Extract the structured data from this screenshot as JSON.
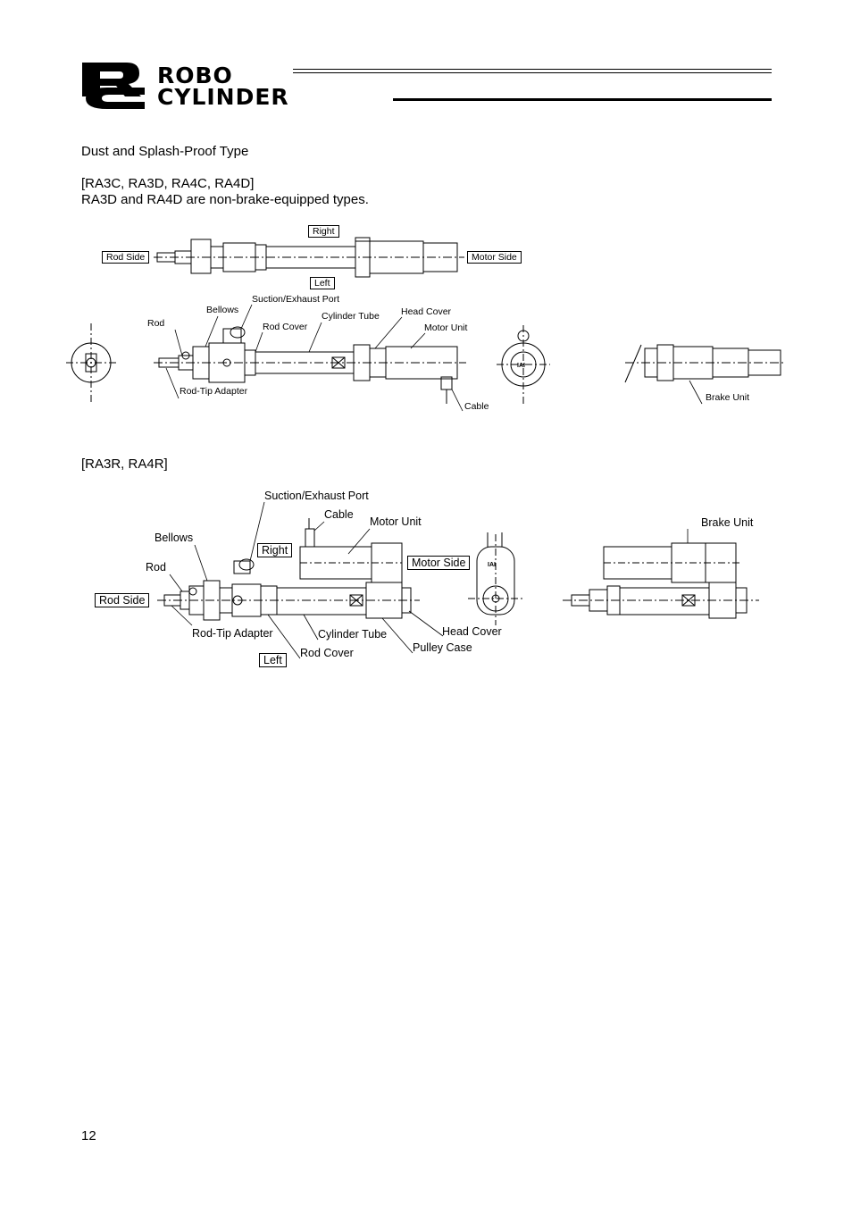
{
  "header": {
    "logo_mark": "RC",
    "logo_line1": "ROBO",
    "logo_line2": "CYLINDER"
  },
  "section": {
    "title": "Dust and Splash-Proof Type",
    "group1_title": "[RA3C, RA3D, RA4C, RA4D]",
    "group1_note": "RA3D and RA4D are non-brake-equipped types.",
    "group2_title": "[RA3R, RA4R]"
  },
  "diagram1": {
    "right": "Right",
    "left": "Left",
    "rod_side": "Rod Side",
    "motor_side": "Motor Side",
    "suction_port": "Suction/Exhaust Port",
    "bellows": "Bellows",
    "rod": "Rod",
    "rod_cover": "Rod Cover",
    "cylinder_tube": "Cylinder Tube",
    "head_cover": "Head Cover",
    "motor_unit": "Motor Unit",
    "rod_tip_adapter": "Rod-Tip Adapter",
    "cable": "Cable",
    "brake_unit": "Brake Unit",
    "brand_mark": "IAI"
  },
  "diagram2": {
    "suction_port": "Suction/Exhaust Port",
    "cable": "Cable",
    "motor_unit": "Motor Unit",
    "brake_unit": "Brake Unit",
    "bellows": "Bellows",
    "right": "Right",
    "motor_side": "Motor Side",
    "rod": "Rod",
    "rod_side": "Rod Side",
    "rod_tip_adapter": "Rod-Tip Adapter",
    "cylinder_tube": "Cylinder Tube",
    "head_cover": "Head Cover",
    "pulley_case": "Pulley Case",
    "left": "Left",
    "rod_cover": "Rod Cover",
    "brand_mark": "IAI"
  },
  "footer": {
    "page_number": "12"
  }
}
